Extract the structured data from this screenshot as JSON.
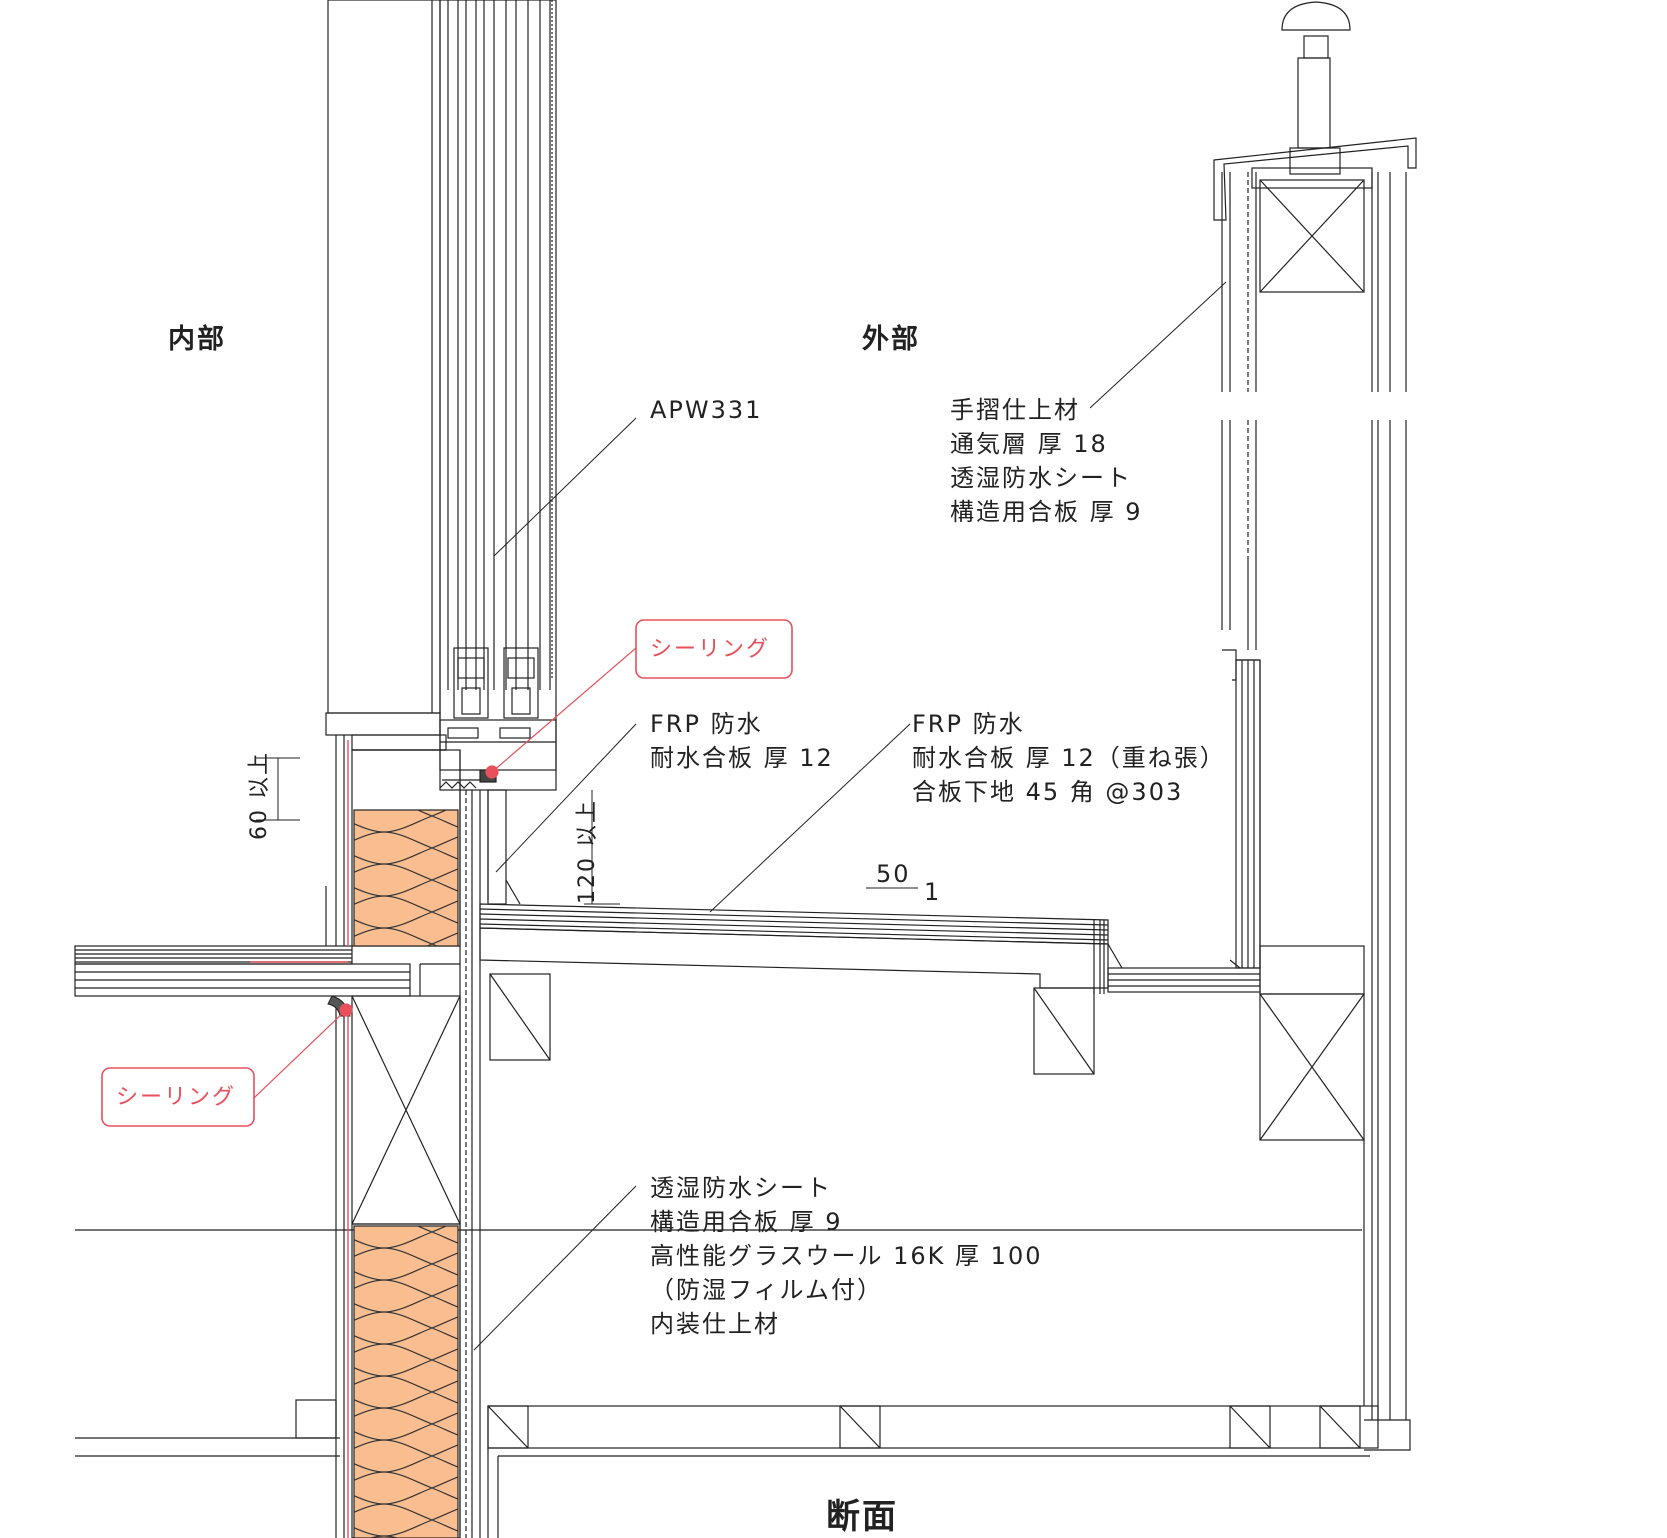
{
  "labels": {
    "interior": "内部",
    "exterior": "外部",
    "window_model": "APW331",
    "sealing_top": "シーリング",
    "sealing_bottom": "シーリング",
    "handrail_lines": [
      "手摺仕上材",
      "通気層 厚 18",
      "透湿防水シート",
      "構造用合板 厚 9"
    ],
    "frp_left_lines": [
      "FRP 防水",
      "耐水合板 厚 12"
    ],
    "frp_right_lines": [
      "FRP 防水",
      "耐水合板 厚 12（重ね張）",
      "合板下地 45 角 @303"
    ],
    "wall_lines": [
      "透湿防水シート",
      "構造用合板 厚 9",
      "高性能グラスウール 16K 厚 100",
      "（防湿フィルム付）",
      "内装仕上材"
    ],
    "dim_60": "60 以上",
    "dim_120": "120 以上",
    "slope_run": "50",
    "slope_rise": "1",
    "caption": "断面"
  },
  "colors": {
    "line": "#222222",
    "accent": "#e8505b",
    "insulation": "#f9bd8f"
  }
}
